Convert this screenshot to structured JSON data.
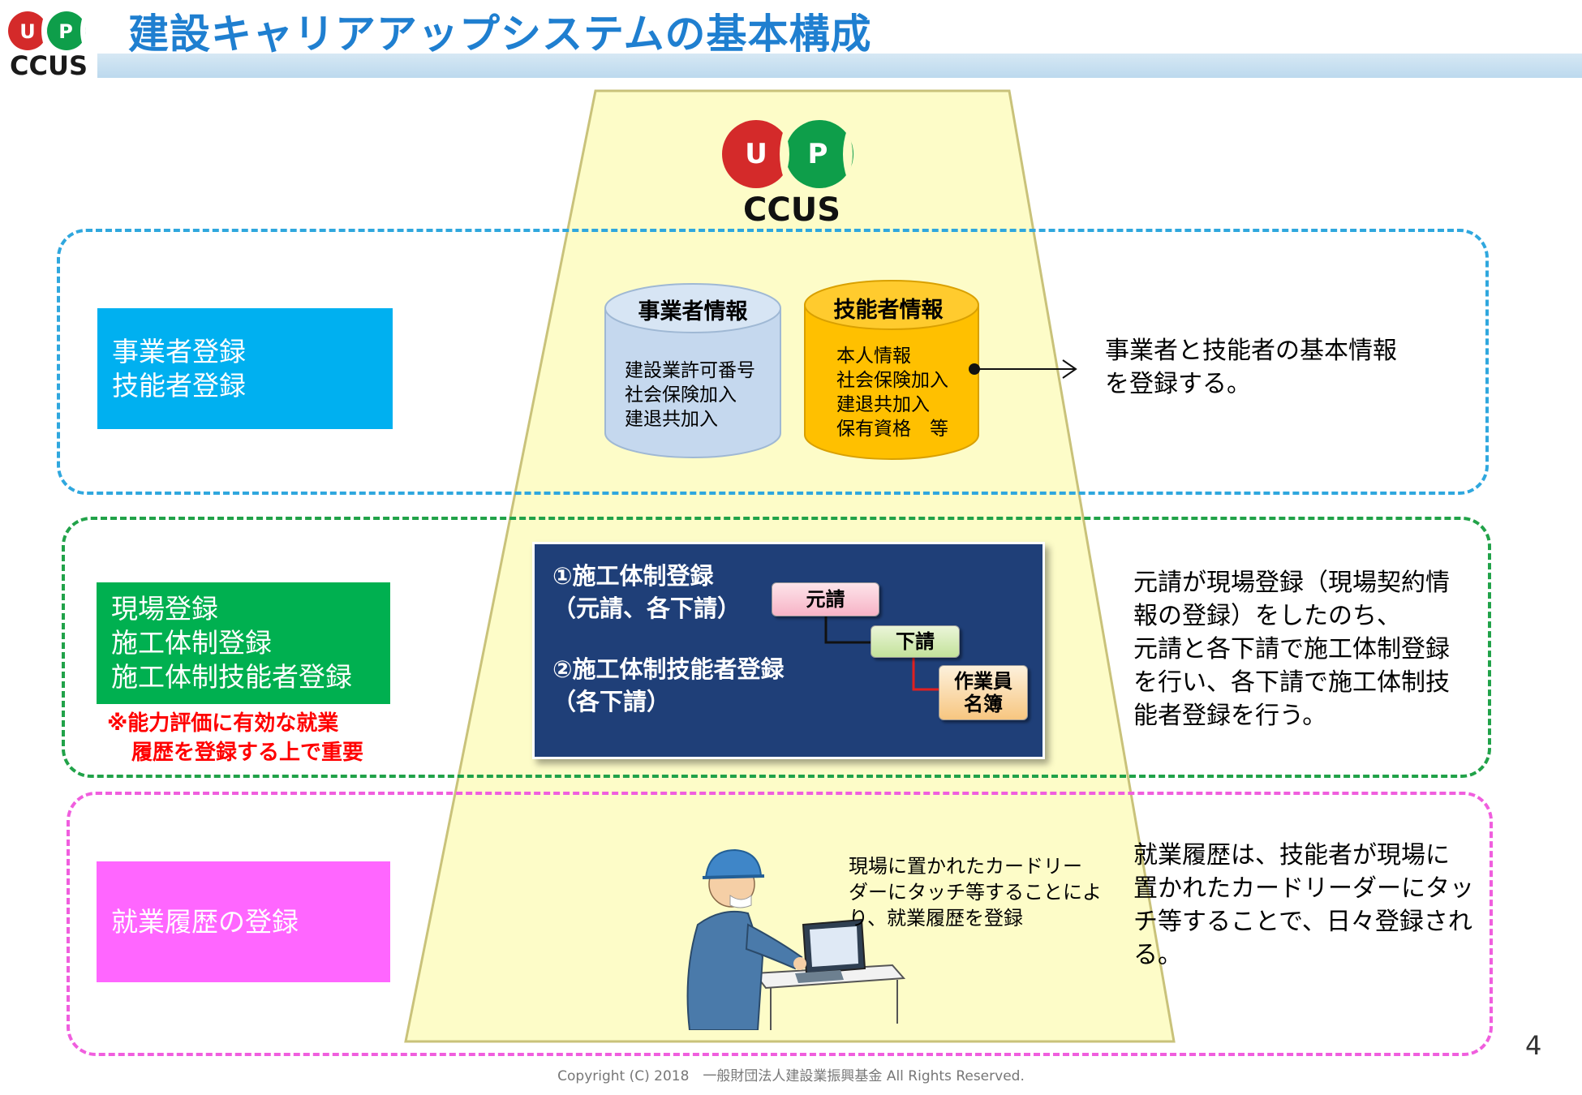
{
  "header": {
    "title": "建設キャリアアップシステムの基本構成",
    "logo_text": "CCUS",
    "logo_letters": [
      "U",
      "P"
    ]
  },
  "center_logo": {
    "text": "CCUS",
    "letters": [
      "U",
      "P"
    ]
  },
  "sections": {
    "registration": {
      "label_lines": [
        "事業者登録",
        "技能者登録"
      ],
      "business_db": {
        "title": "事業者情報",
        "items": "建設業許可番号\n社会保険加入\n建退共加入"
      },
      "worker_db": {
        "title": "技能者情報",
        "items": "本人情報\n社会保険加入\n建退共加入\n保有資格　等"
      },
      "explanation": "事業者と技能者の基本情報\nを登録する。"
    },
    "site": {
      "label_lines": [
        "現場登録",
        "施工体制登録",
        "施工体制技能者登録"
      ],
      "note_lines": [
        "※能力評価に有効な就業",
        "履歴を登録する上で重要"
      ],
      "panel_step1": "①施工体制登録\n（元請、各下請）",
      "panel_step2": "②施工体制技能者登録\n（各下請）",
      "tags": {
        "general": "元請",
        "sub": "下請",
        "roster": "作業員\n名簿"
      },
      "explanation": "元請が現場登録（現場契約情\n報の登録）をしたのち、\n元請と各下請で施工体制登録\nを行い、各下請で施工体制技\n能者登録を行う。"
    },
    "history": {
      "label_lines": [
        "就業履歴の登録"
      ],
      "caption": "現場に置かれたカードリー\nダーにタッチ等することによ\nり、就業履歴を登録",
      "explanation": "就業履歴は、技能者が現場に\n置かれたカードリーダーにタッ\nチ等することで、日々登録され\nる。"
    }
  },
  "footer": {
    "copyright": "Copyright (C) 2018　一般財団法人建設業振興基金 All Rights Reserved."
  },
  "page_number": "4",
  "colors": {
    "title_blue": "#1f7fd0",
    "pyramid_fill": "#fdfcc8",
    "section1_border": "#2fa7de",
    "section2_border": "#21a249",
    "section3_border": "#f05ede",
    "label1_bg": "#00b0f0",
    "label2_bg": "#00b050",
    "label3_bg": "#ff66ff",
    "panel_bg": "#1f3f78",
    "logo_red": "#d42a2a",
    "logo_green": "#0e9e4a"
  }
}
